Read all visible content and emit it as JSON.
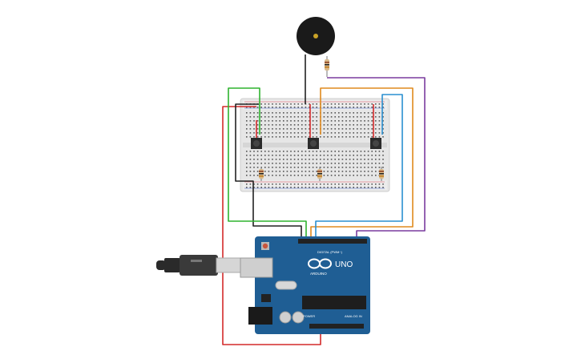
{
  "board": {
    "brand": "ARDUINO",
    "model": "UNO",
    "digital_header": "DIGITAL (PWM~)",
    "power_header": "POWER",
    "analog_header": "ANALOG IN"
  },
  "colors": {
    "wire_red": "#d42a2a",
    "wire_black": "#222222",
    "wire_green": "#2fb32f",
    "wire_orange": "#e08a1e",
    "wire_blue": "#2a8fd0",
    "wire_purple": "#7a3c9e",
    "board_blue": "#1f5e94",
    "breadboard": "#e9e9e9"
  },
  "icons": [
    "buzzer-icon",
    "resistor-icon",
    "pushbutton-icon",
    "usb-cable-icon"
  ]
}
